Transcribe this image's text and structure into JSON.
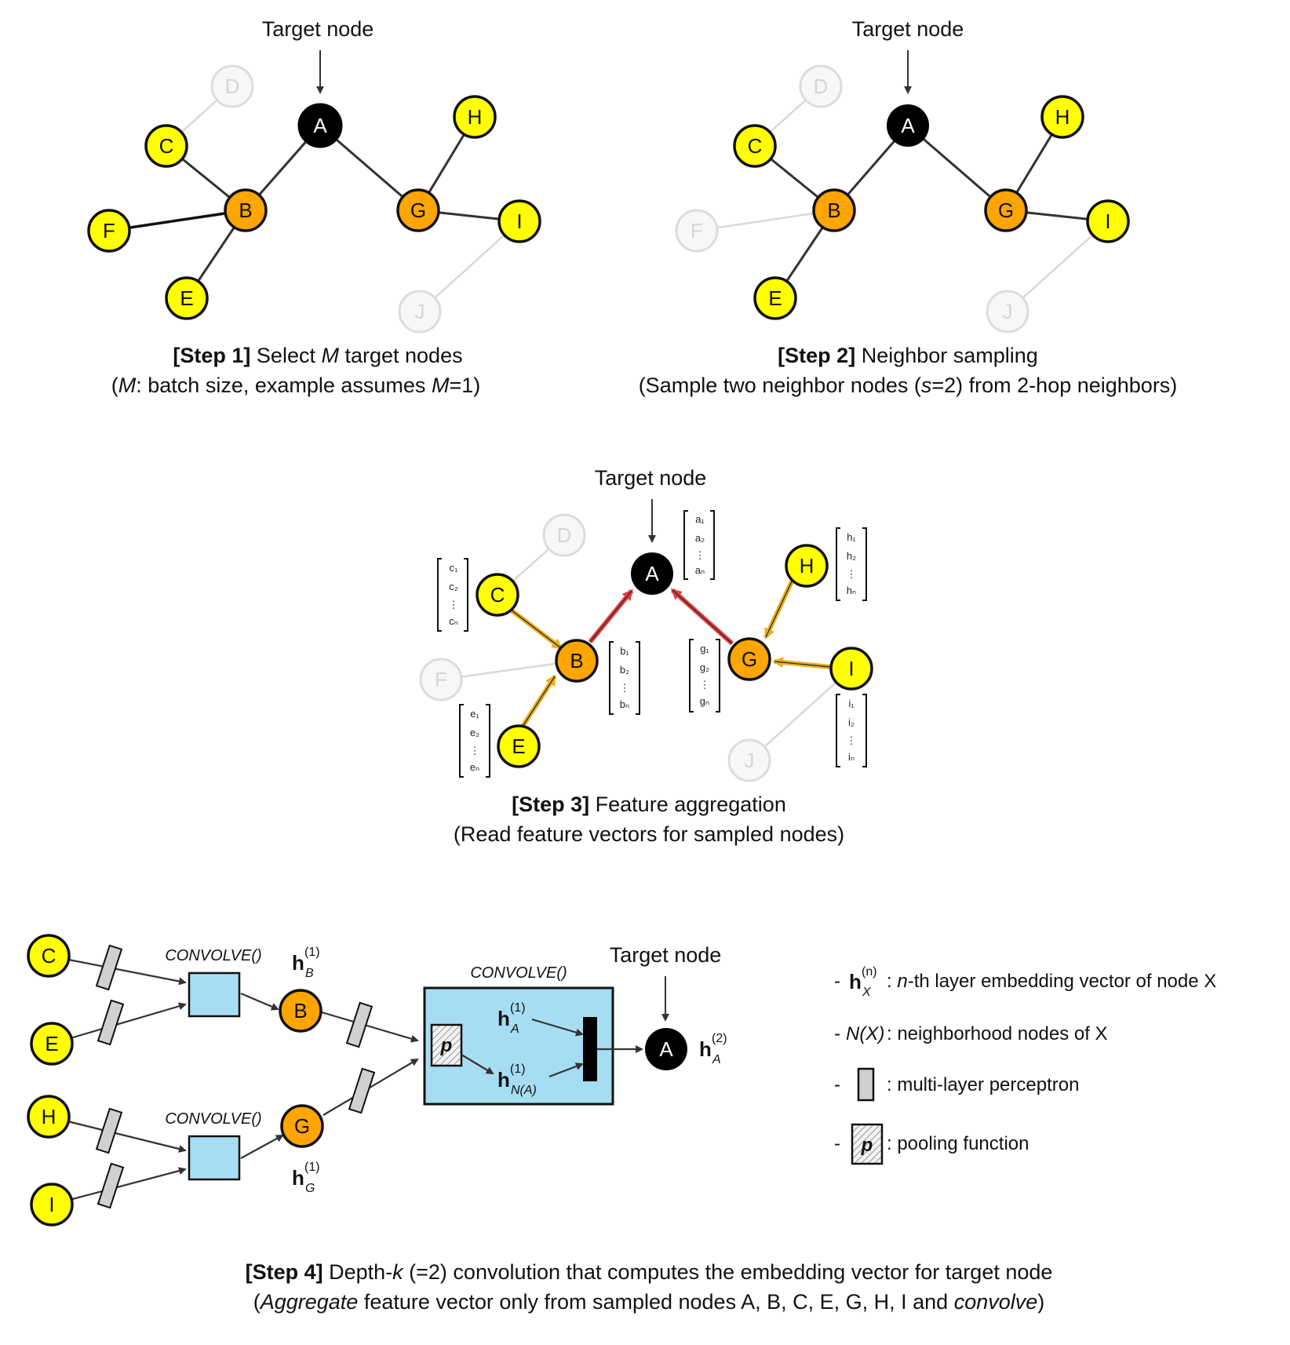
{
  "target_label": "Target node",
  "colors": {
    "target": "#000000",
    "hop1": "#FFA500",
    "hop2": "#FFFF00",
    "faded": "#DDDDDD",
    "agg_red": "#E04040",
    "agg_yellow": "#E8B020",
    "mlp": "#D0D0D0",
    "convolve_box": "#A6DDF2"
  },
  "nodes": {
    "A": "A",
    "B": "B",
    "C": "C",
    "D": "D",
    "E": "E",
    "F": "F",
    "G": "G",
    "H": "H",
    "I": "I",
    "J": "J"
  },
  "step1": {
    "bold": "[Step 1]",
    "title_a": " Select ",
    "title_m": "M",
    "title_b": " target nodes",
    "sub_a": "(",
    "sub_m1": "M",
    "sub_b": ": batch size, example assumes ",
    "sub_m2": "M",
    "sub_c": "=1)"
  },
  "step2": {
    "bold": "[Step 2]",
    "title": " Neighbor sampling",
    "sub_a": "(Sample two neighbor nodes (",
    "sub_s": "s",
    "sub_b": "=2) from 2-hop neighbors)"
  },
  "step3": {
    "bold": "[Step 3]",
    "title": " Feature aggregation",
    "sub": "(Read feature vectors for sampled nodes)",
    "vectors": {
      "a": [
        "a₁",
        "a₂",
        "⋮",
        "aₙ"
      ],
      "c": [
        "c₁",
        "c₂",
        "⋮",
        "cₙ"
      ],
      "b": [
        "b₁",
        "b₂",
        "⋮",
        "bₙ"
      ],
      "e": [
        "e₁",
        "e₂",
        "⋮",
        "eₙ"
      ],
      "g": [
        "g₁",
        "g₂",
        "⋮",
        "gₙ"
      ],
      "h": [
        "h₁",
        "h₂",
        "⋮",
        "hₙ"
      ],
      "i": [
        "i₁",
        "i₂",
        "⋮",
        "iₙ"
      ]
    }
  },
  "step4": {
    "convolve": "CONVOLVE()",
    "h": "h",
    "sup1": "(1)",
    "sup2": "(2)",
    "sub_B": "B",
    "sub_G": "G",
    "sub_A": "A",
    "sub_NA": "N(A)",
    "pool": "p",
    "bold": "[Step 4]",
    "title_a": " Depth-",
    "title_k": "k",
    "title_b": " (=2) convolution that computes the embedding vector for target node",
    "sub_a": "(",
    "sub_agg": "Aggregate",
    "sub_b": " feature vector only from sampled nodes A, B, C, E, G, H, I and ",
    "sub_conv": "convolve",
    "sub_c": ")"
  },
  "legend": {
    "dash": "-",
    "h": "h",
    "h_sub": "X",
    "h_sup": "(n)",
    "item1_a": " : ",
    "item1_n": "n",
    "item1_b": "-th layer embedding vector of node X",
    "item2_nx": "N(X)",
    "item2": " : neighborhood nodes of X",
    "item3": " : multi-layer perceptron",
    "item4_p": "p",
    "item4": " : pooling function"
  }
}
